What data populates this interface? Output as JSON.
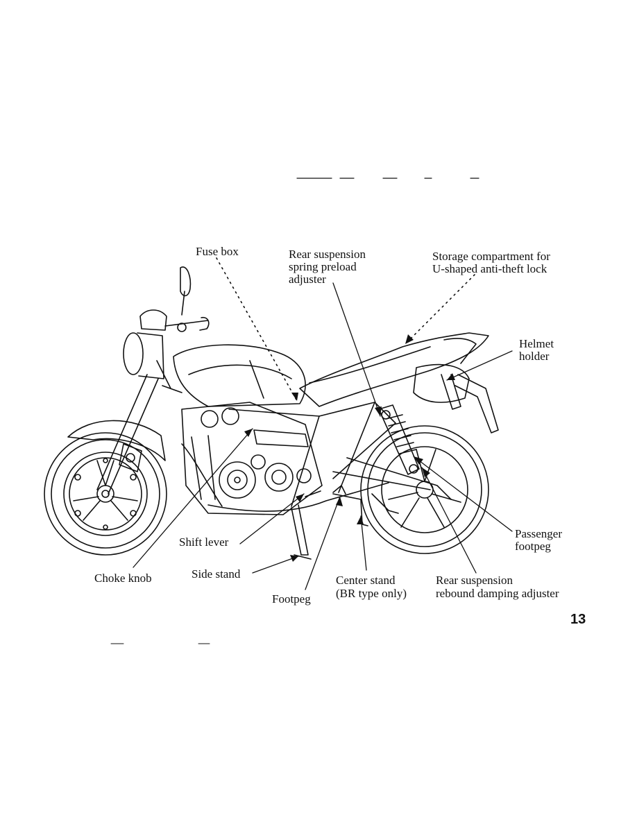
{
  "diagram": {
    "callouts": {
      "fuse_box": "Fuse box",
      "rear_suspension_preload": [
        "Rear suspension",
        "spring preload",
        "adjuster"
      ],
      "storage_compartment": [
        "Storage compartment for",
        "U-shaped anti-theft lock"
      ],
      "helmet_holder": [
        "Helmet",
        "holder"
      ],
      "passenger_footpeg": [
        "Passenger",
        "footpeg"
      ],
      "rebound_damping": [
        "Rear suspension",
        "rebound damping adjuster"
      ],
      "center_stand": [
        "Center stand",
        "(BR type only)"
      ],
      "footpeg": "Footpeg",
      "side_stand": "Side stand",
      "shift_lever": "Shift lever",
      "choke_knob": "Choke knob"
    }
  },
  "page_number": "13"
}
